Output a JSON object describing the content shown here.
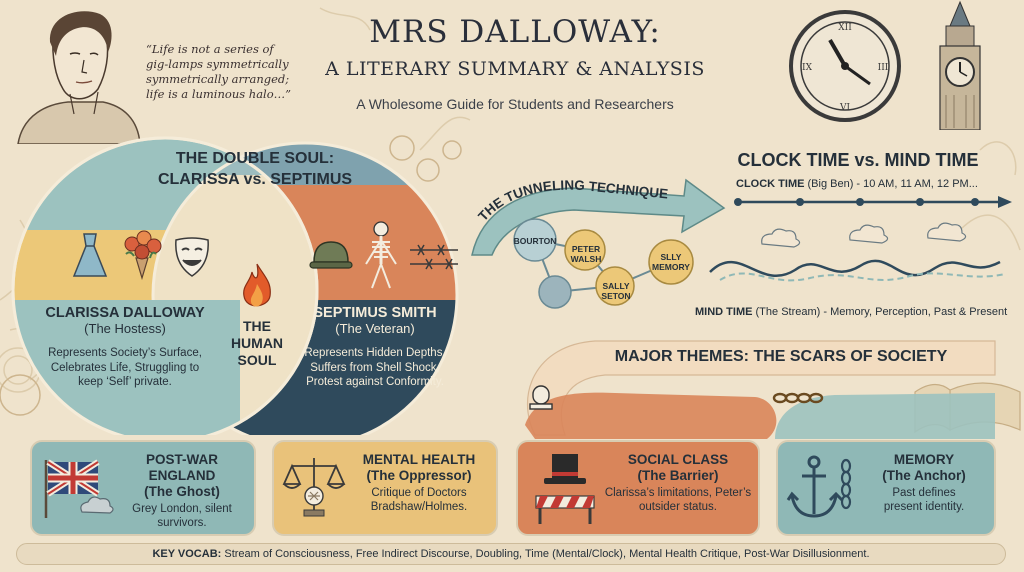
{
  "header": {
    "title_line1": "MRS DALLOWAY:",
    "title_line2": "A LITERARY SUMMARY & ANALYSIS",
    "subtitle": "A Wholesome Guide for Students and Researchers"
  },
  "quote": "“Life is not a series of gig-lamps symmetrically symmetrically arranged; life is a luminous halo…”",
  "venn": {
    "title_line1": "THE DOUBLE SOUL:",
    "title_line2": "CLARISSA vs. SEPTIMUS",
    "center": "THE HUMAN SOUL",
    "clarissa": {
      "name": "CLARISSA DALLOWAY",
      "role": "(The Hostess)",
      "desc": "Represents Society’s Surface, Celebrates Life, Struggling to keep ‘Self’ private."
    },
    "septimus": {
      "name": "SEPTIMUS SMITH",
      "role": "(The Veteran)",
      "desc": "Represents Hidden Depths, Suffers from Shell Shock, Protest against Conformity."
    }
  },
  "tunneling": {
    "label": "THE TUNNELING TECHNIQUE",
    "nodes": [
      "BOURTON",
      "PETER WALSH",
      "SALLY SETON",
      "SLLY MEMORY"
    ]
  },
  "time": {
    "title": "CLOCK TIME vs. MIND TIME",
    "clock_label": "CLOCK TIME",
    "clock_detail": "(Big Ben) - 10 AM, 11 AM, 12 PM...",
    "mind_label": "MIND TIME",
    "mind_detail": "(The Stream) - Memory, Perception, Past & Present"
  },
  "themes": {
    "title": "MAJOR THEMES: THE SCARS OF SOCIETY"
  },
  "cards": [
    {
      "title": "POST-WAR ENGLAND",
      "sub": "(The Ghost)",
      "text": "Grey London, silent survivors.",
      "color": "#8fb8b6"
    },
    {
      "title": "MENTAL HEALTH",
      "sub": "(The Oppressor)",
      "text": "Critique of Doctors Bradshaw/Holmes.",
      "color": "#e9c27a"
    },
    {
      "title": "SOCIAL CLASS",
      "sub": "(The Barrier)",
      "text": "Clarissa’s limitations, Peter’s outsider status.",
      "color": "#d9855a"
    },
    {
      "title": "MEMORY",
      "sub": "(The Anchor)",
      "text": "Past defines present identity.",
      "color": "#8fb8b6"
    }
  ],
  "vocab": {
    "label": "KEY VOCAB:",
    "text": "Stream of Consciousness, Free Indirect Discourse, Doubling, Time (Mental/Clock), Mental Health Critique, Post-War Disillusionment."
  },
  "palette": {
    "teal": "#8fb8b6",
    "navy": "#2f4a5c",
    "orange": "#d9855a",
    "mustard": "#e9c27a",
    "cream": "#efe3cc"
  }
}
